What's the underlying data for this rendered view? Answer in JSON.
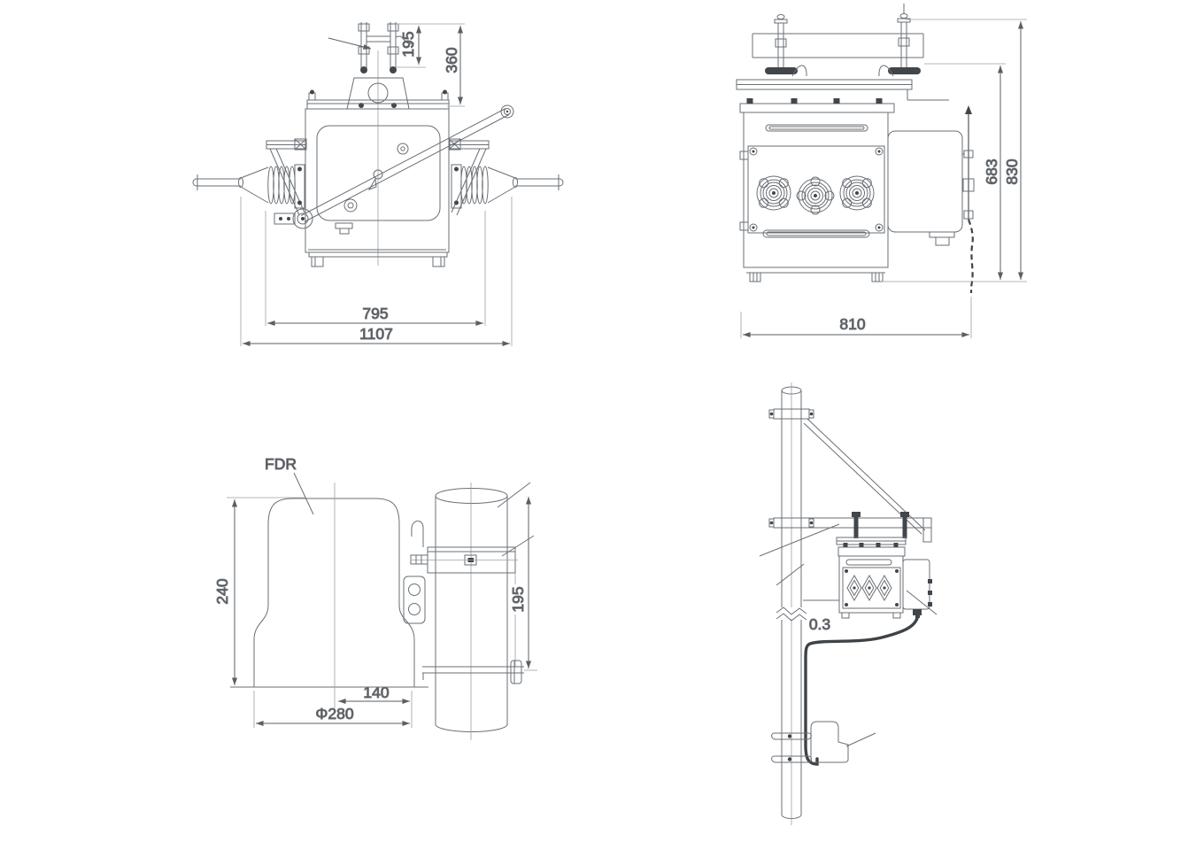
{
  "document": {
    "type": "technical-drawing",
    "background": "#ffffff"
  },
  "colors": {
    "line": "#6a6f75",
    "dark": "#41464b",
    "dimension": "#5a5f64",
    "text": "#47494c",
    "cable": "#3e4347"
  },
  "views": {
    "front": {
      "title": "front-view",
      "dims": {
        "bolt_spacing": "195",
        "hanger_height": "360",
        "body_width": "795",
        "overall_width": "1107"
      }
    },
    "side": {
      "title": "side-view",
      "dims": {
        "tank_height": "683",
        "overall_height": "830",
        "overall_depth": "810"
      }
    },
    "fdr": {
      "title": "fdr-mounting-detail",
      "label": "FDR",
      "dims": {
        "height": "240",
        "band_spacing": "195",
        "center_to_pole": "140",
        "diameter": "Φ280"
      }
    },
    "install": {
      "title": "pole-installation",
      "dims": {
        "pole_offset": "0.3"
      }
    }
  }
}
